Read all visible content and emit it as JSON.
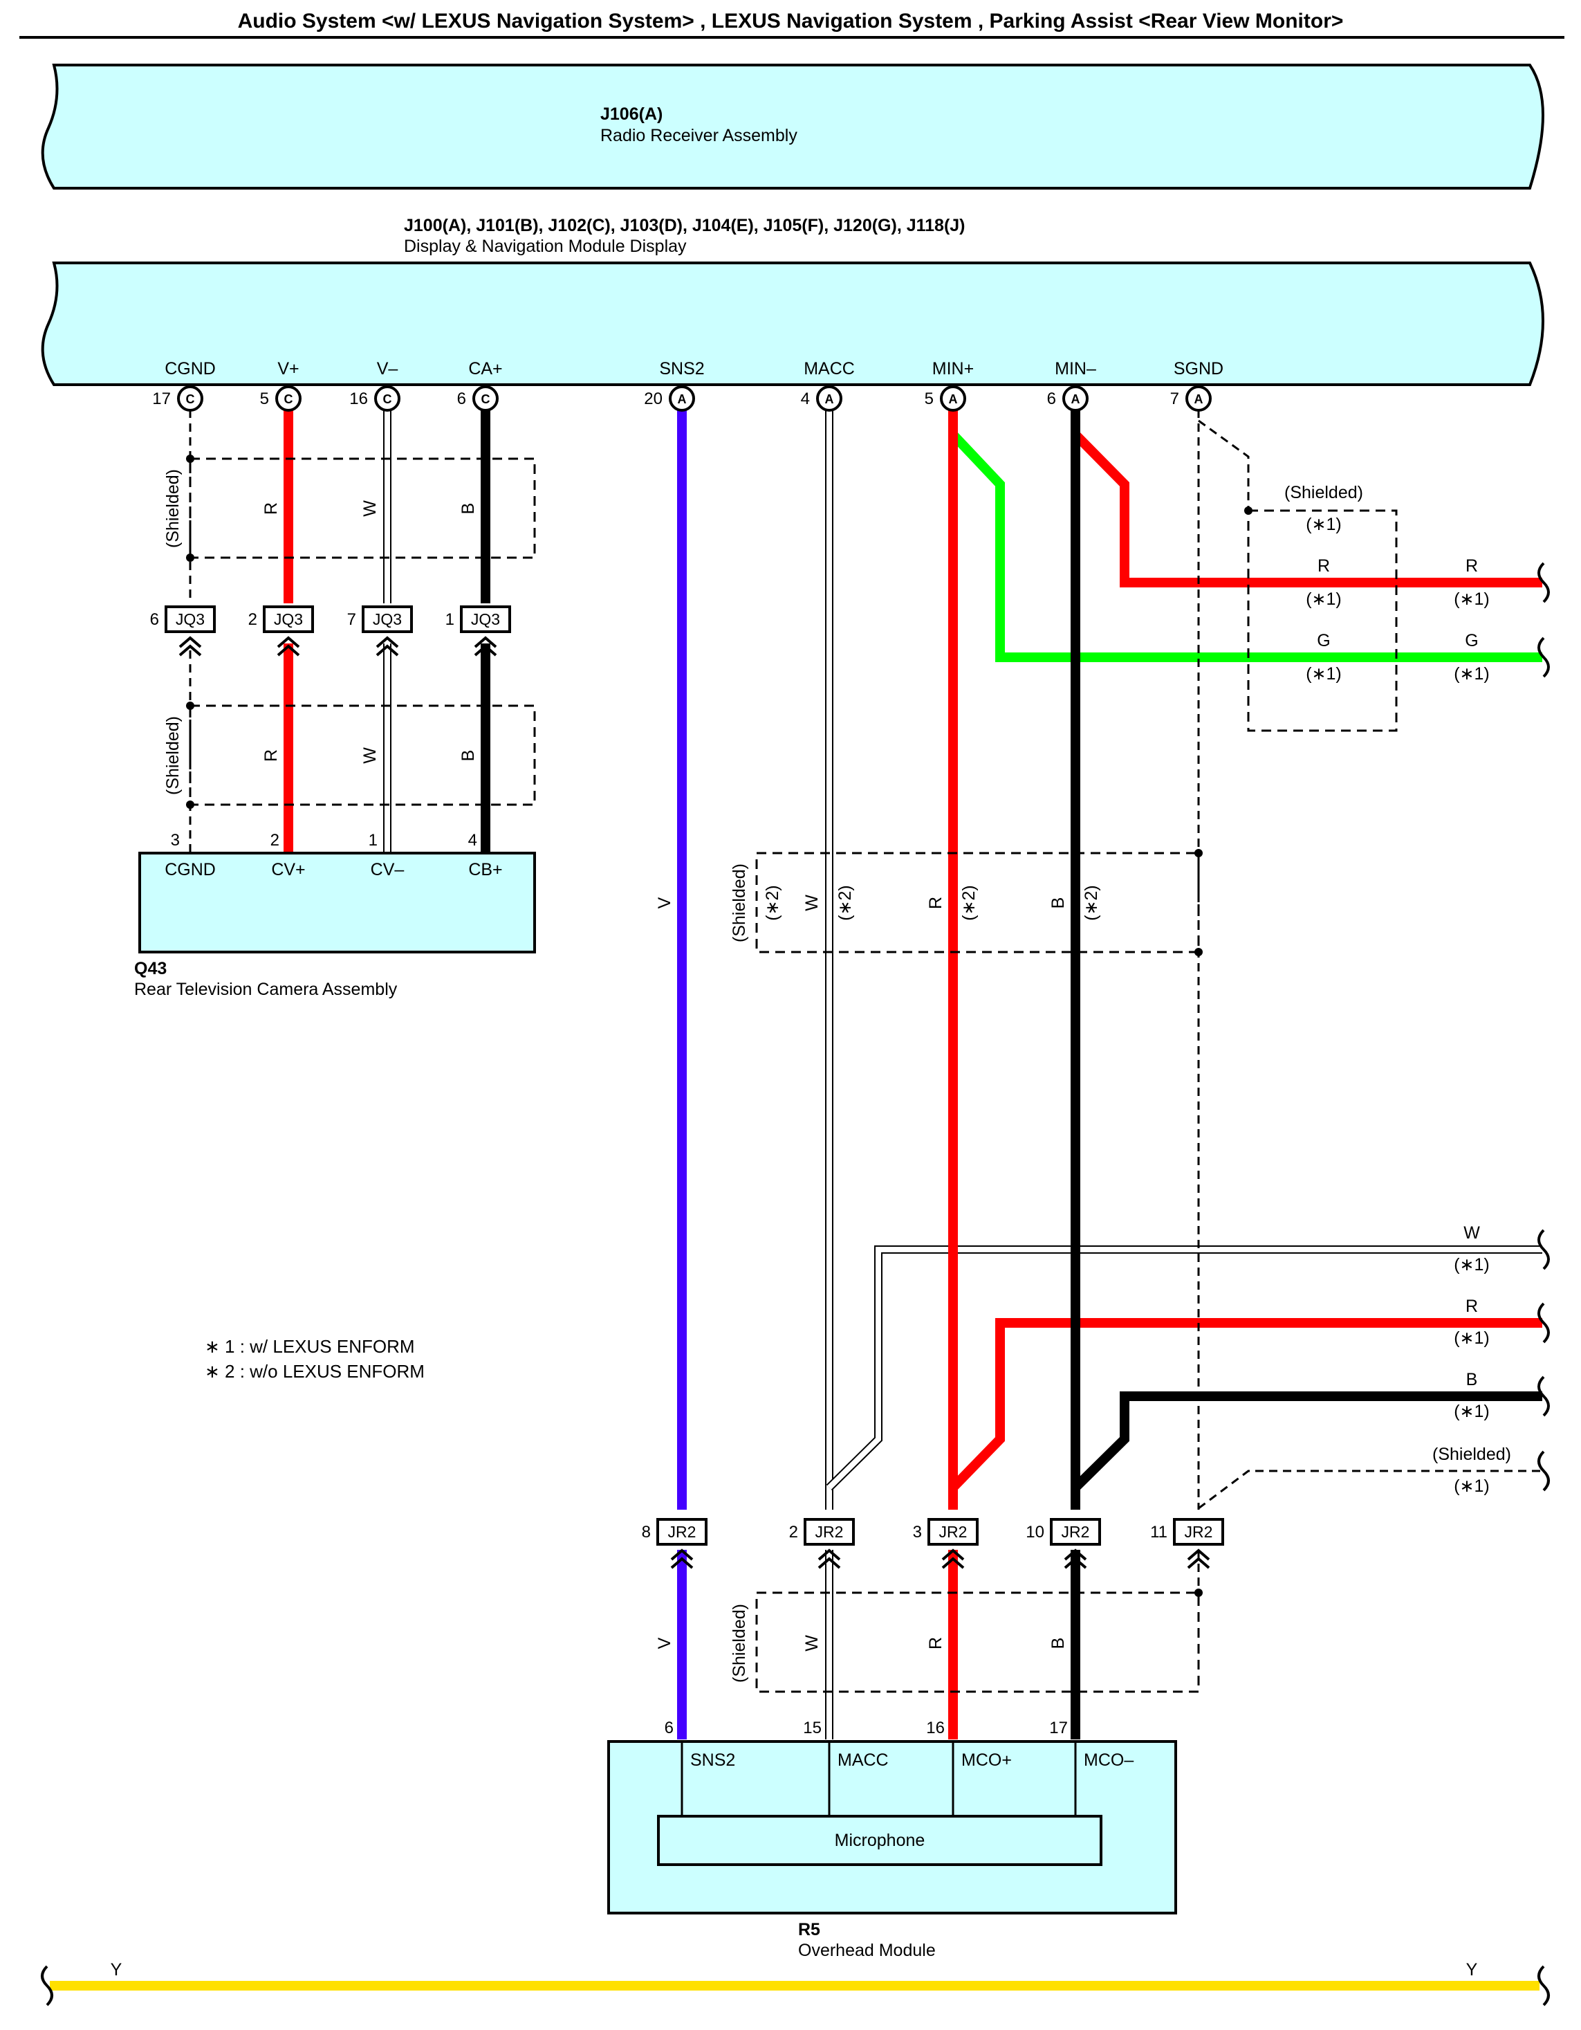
{
  "title": "Audio System <w/ LEXUS Navigation System> , LEXUS Navigation System , Parking Assist <Rear View Monitor>",
  "colors": {
    "component_fill": "#ccffff",
    "wire_red": "#ff0000",
    "wire_green": "#00ff00",
    "wire_black": "#000000",
    "wire_violet": "#4400ff",
    "wire_yellow": "#ffe000",
    "wire_white": "#ffffff"
  },
  "components": {
    "radio": {
      "code": "J106(A)",
      "name": "Radio Receiver Assembly"
    },
    "display": {
      "code": "J100(A), J101(B), J102(C), J103(D), J104(E), J105(F), J120(G), J118(J)",
      "name": "Display & Navigation Module Display",
      "terminals": [
        {
          "name": "CGND",
          "pin": "17",
          "connector": "C"
        },
        {
          "name": "V+",
          "pin": "5",
          "connector": "C"
        },
        {
          "name": "V–",
          "pin": "16",
          "connector": "C"
        },
        {
          "name": "CA+",
          "pin": "6",
          "connector": "C"
        },
        {
          "name": "SNS2",
          "pin": "20",
          "connector": "A"
        },
        {
          "name": "MACC",
          "pin": "4",
          "connector": "A"
        },
        {
          "name": "MIN+",
          "pin": "5",
          "connector": "A"
        },
        {
          "name": "MIN–",
          "pin": "6",
          "connector": "A"
        },
        {
          "name": "SGND",
          "pin": "7",
          "connector": "A"
        }
      ]
    },
    "camera": {
      "code": "Q43",
      "name": "Rear Television Camera Assembly",
      "terminals": [
        {
          "name": "CGND",
          "pin": "3"
        },
        {
          "name": "CV+",
          "pin": "2"
        },
        {
          "name": "CV–",
          "pin": "1"
        },
        {
          "name": "CB+",
          "pin": "4"
        }
      ]
    },
    "overhead": {
      "code": "R5",
      "name": "Overhead Module",
      "terminals": [
        {
          "name": "SNS2",
          "pin": "6"
        },
        {
          "name": "MACC",
          "pin": "15"
        },
        {
          "name": "MCO+",
          "pin": "16"
        },
        {
          "name": "MCO–",
          "pin": "17"
        }
      ],
      "inner": "Microphone"
    }
  },
  "junctions": {
    "jq3": {
      "label": "JQ3",
      "pins": [
        "6",
        "2",
        "7",
        "1"
      ]
    },
    "jr2": {
      "label": "JR2",
      "pins": [
        "8",
        "2",
        "3",
        "10",
        "11"
      ]
    }
  },
  "wire_labels": {
    "r": "R",
    "w": "W",
    "b": "B",
    "v": "V",
    "g": "G",
    "y": "Y"
  },
  "shield": {
    "shielded": "(Shielded)",
    "n1": "(∗1)",
    "n2": "(∗2)"
  },
  "notes": [
    "∗ 1 : w/ LEXUS ENFORM",
    "∗ 2 : w/o LEXUS ENFORM"
  ]
}
